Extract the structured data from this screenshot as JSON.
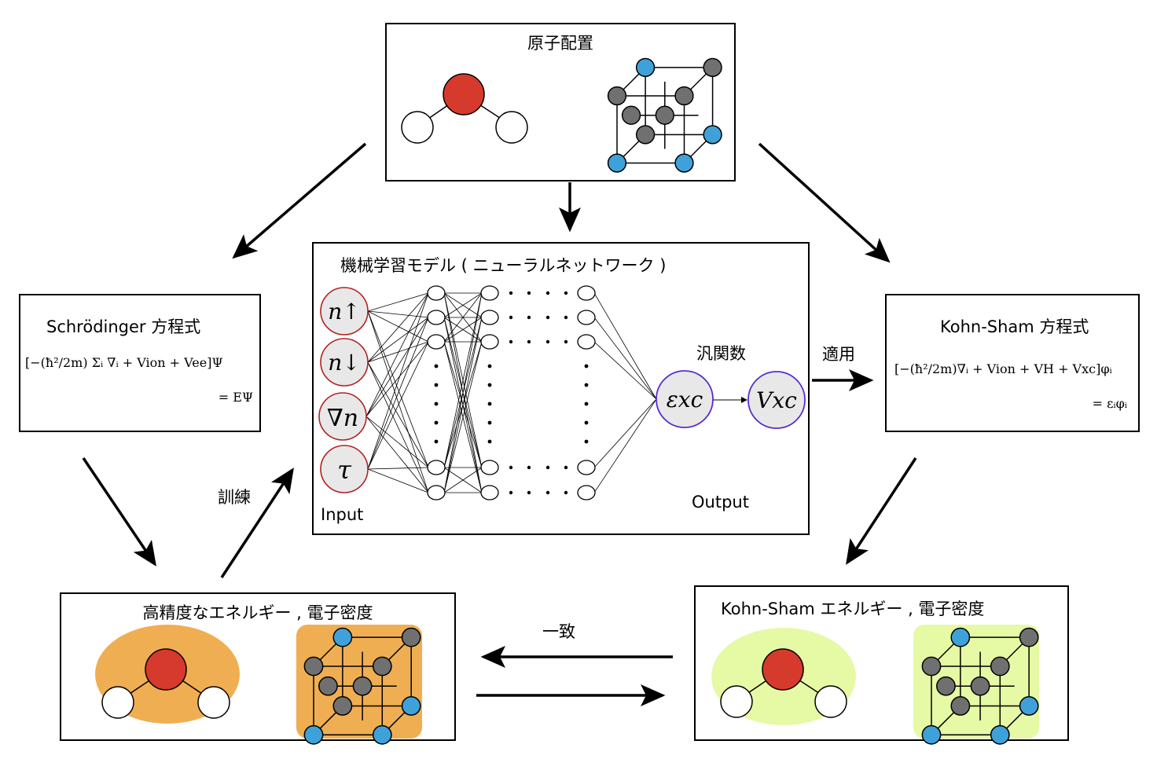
{
  "top_box": {
    "title": "原子配置"
  },
  "ml_box": {
    "title": "機械学習モデル ( ニューラルネットワーク )",
    "input_label": "Input",
    "output_label": "Output",
    "functional_label": "汎関数",
    "inputs": [
      "n↑",
      "n↓",
      "∇n",
      "τ"
    ],
    "exc": "εxc",
    "vxc": "Vxc"
  },
  "schrodinger_box": {
    "title": "Schrödinger 方程式",
    "eq_line1": "[−(ħ²/2m) Σᵢ ∇ᵢ + Vion + Vee]Ψ",
    "eq_line2": "= EΨ"
  },
  "kohnsham_box": {
    "title": "Kohn-Sham 方程式",
    "eq_line1": "[−(ħ²/2m)∇ᵢ + Vion + VH + Vxc]φᵢ",
    "eq_line2": "= εᵢφᵢ"
  },
  "hp_box": {
    "title": "高精度なエネルギー , 電子密度"
  },
  "ks_energy_box": {
    "title": "Kohn-Sham エネルギー , 電子密度"
  },
  "edge_labels": {
    "train": "訓練",
    "apply": "適用",
    "match": "一致"
  },
  "colors": {
    "oxygen": "#d63a2c",
    "lattice_blue": "#3fa1d9",
    "lattice_gray": "#707070",
    "input_node_border": "#b22222",
    "input_node_fill": "#e8e8e8",
    "output_node_border": "#5a2ccf",
    "high_precision_density": "#f0ae52",
    "ks_density": "#e6f9a4"
  }
}
